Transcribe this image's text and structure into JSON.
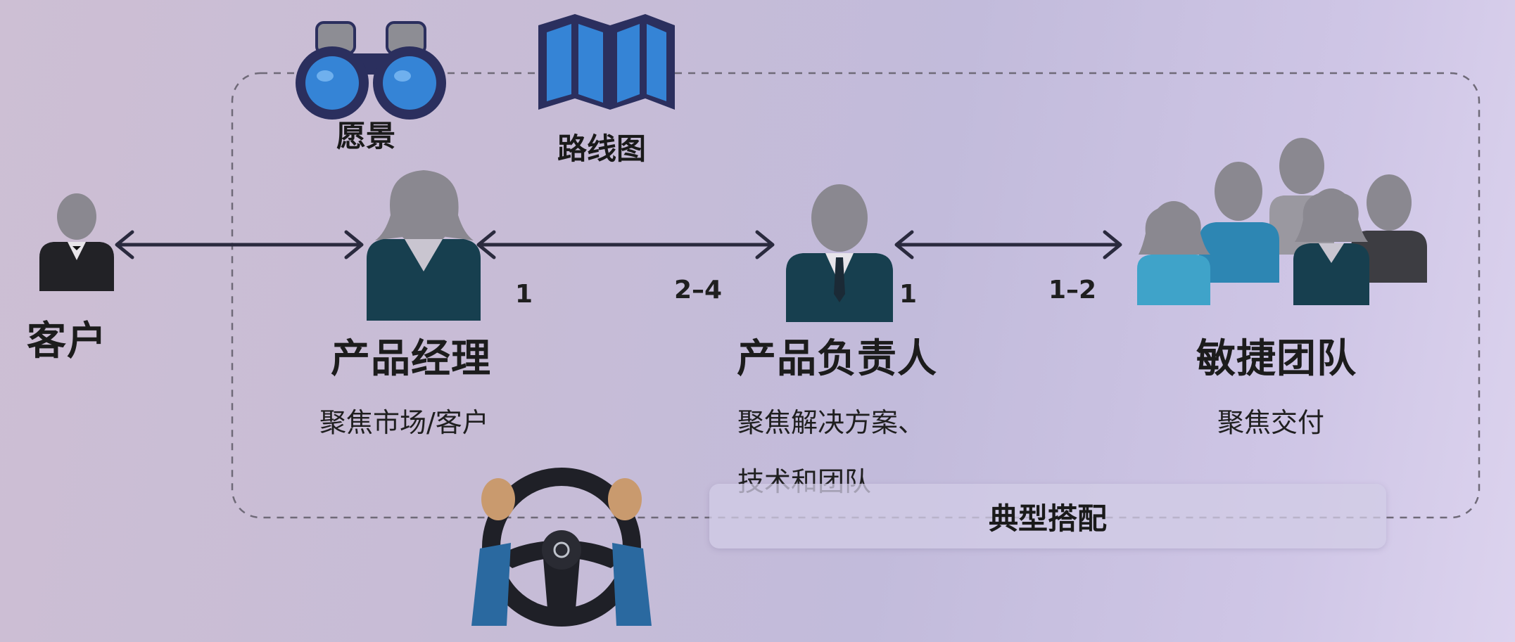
{
  "diagram": {
    "top_icons": [
      {
        "name": "binoculars",
        "label": "愿景"
      },
      {
        "name": "map",
        "label": "路线图"
      }
    ],
    "roles": [
      {
        "id": "customer",
        "title": "客户",
        "subtitle": ""
      },
      {
        "id": "product-manager",
        "title": "产品经理",
        "subtitle": "聚焦市场/客户"
      },
      {
        "id": "product-owner",
        "title": "产品负责人",
        "subtitle_lines": [
          "聚焦解决方案、",
          "技术和团队"
        ]
      },
      {
        "id": "agile-team",
        "title": "敏捷团队",
        "subtitle": "聚焦交付"
      }
    ],
    "ratios": {
      "pm_to_po_left": "1",
      "pm_to_po_right": "2–4",
      "po_to_team_left": "1",
      "po_to_team_right": "1–2"
    },
    "badge": "典型搭配",
    "colors": {
      "arrow": "#2a2a3e",
      "head_gray": "#8a8890",
      "body_dark": "#173f4f",
      "body_blue": "#2d86b3",
      "body_light_blue": "#3fa3c9",
      "body_charcoal": "#3d3d42",
      "icon_blue": "#2f7fd0",
      "icon_navy": "#2b2f5e"
    }
  }
}
